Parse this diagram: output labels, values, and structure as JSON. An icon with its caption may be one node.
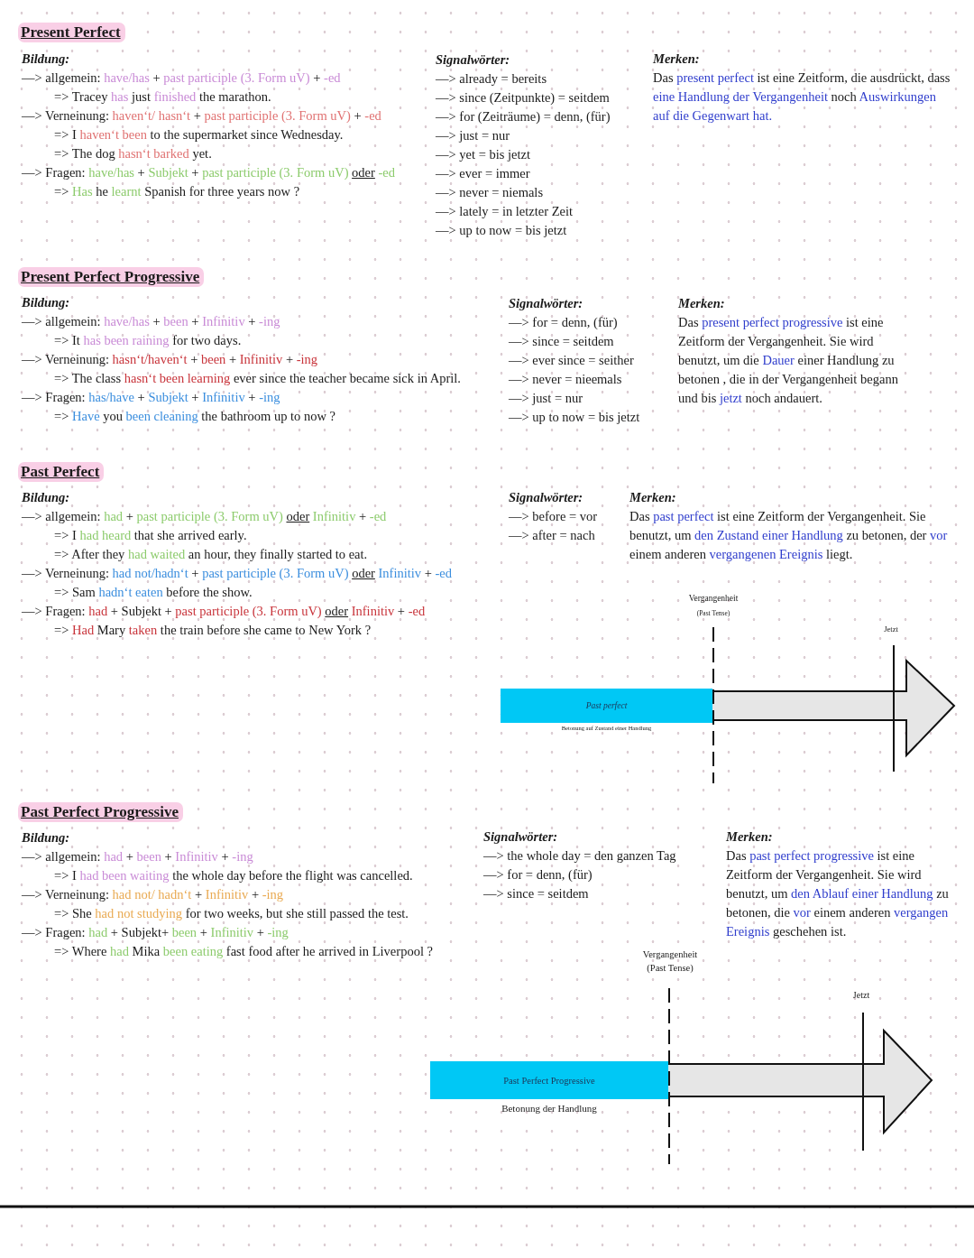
{
  "diagram": {
    "nodes": [
      {
        "text": [
          "Past perfect"
        ],
        "beside": [
          "Betonung auf Zustand einer Handlung"
        ]
      },
      {
        "text": [
          "Past Perfect Progressive"
        ],
        "beside": [
          "Betonung der Handlung"
        ]
      }
    ],
    "labels": [
      "Present Perfect",
      "Bildung:",
      "—> allgemein: have/has + past participle (3. Form uV) + -ed",
      "=> Tracey has just finished the marathon.",
      "—> Verneinung: haven‘t/ hasn‘t + past participle (3. Form uV) + -ed",
      "=> I haven‘t been to the supermarket since Wednesday.",
      "=> The dog hasn‘t barked yet.",
      "—> Fragen: have/has + Subjekt + past participle (3. Form uV) oder -ed",
      "=> Has he learnt Spanish for three years now ?",
      "Signalwörter:",
      "—> already = bereits",
      "—> since (Zeitpunkte) = seitdem",
      "—> for (Zeiträume) = denn, (für)",
      "—> just = nur",
      "—> yet = bis jetzt",
      "—> ever = immer",
      "—> never = niemals",
      "—> lately = in letzter Zeit",
      "—> up to now = bis jetzt",
      "Merken:",
      "Das present perfect ist eine Zeitform, die ausdrückt, dass eine Handlung der Vergangenheit noch Auswirkungen auf die Gegenwart hat.",
      "Present Perfect Progressive",
      "Bildung:",
      "—> allgemein: have/has + been + Infinitiv + -ing",
      "=> It has been raining for two days.",
      "—> Verneinung: hasn‘t/haven‘t + been + Infinitiv + -ing",
      "=> The class hasn‘t been learning ever since the teacher became sick in April.",
      "—> Fragen: has/have + Subjekt + Infinitiv + -ing",
      "=> Have you been cleaning the bathroom up to now ?",
      "Signalwörter:",
      "—> for = denn, (für)",
      "—> since = seitdem",
      "—> ever since = seither",
      "—> never = nieemals",
      "—> just = nur",
      "—> up to now = bis jetzt",
      "Merken:",
      "Das present perfect progressive ist eine Zeitform der Vergangenheit. Sie wird benutzt, um die Dauer einer Handlung zu betonen , die in der Vergangenheit begann und bis jetzt noch andauert.",
      "Past Perfect",
      "Bildung:",
      "—> allgemein: had + past participle (3. Form uV) oder Infinitiv + -ed",
      "=> I had heard that she arrived early.",
      "=> After they had waited an hour, they finally started to eat.",
      "—> Verneinung: had not/hadn‘t + past participle (3. Form uV) oder Infinitiv + -ed",
      "=> Sam hadn‘t eaten before the show.",
      "—> Fragen: had + Subjekt + past participle (3. Form uV) oder Infinitiv + -ed",
      "=> Had Mary taken the train before she came to New York ?",
      "Signalwörter:",
      "—> before = vor",
      "—> after = nach",
      "Merken:",
      "Das past perfect ist eine Zeitform der Vergangenheit. Sie benutzt, um den Zustand einer Handlung zu betonen, der vor einem anderen vergangenen Ereignis liegt.",
      "Vergangenheit",
      "(Past Tense)",
      "Jetzt",
      "Past Perfect Progressive",
      "Bildung:",
      "—> allgemein: had + been + Infinitiv + -ing",
      "=> I had been waiting the whole day before the flight was cancelled.",
      "—> Verneinung: had not/ hadn‘t + Infinitiv + -ing",
      "=> She had not studying for two weeks, but she still passed the test.",
      "—> Fragen: had + Subjekt+ been + Infinitiv + -ing",
      "=> Where had Mika been eating fast food after he arrived in Liverpool ?",
      "Signalwörter:",
      "—> the whole day = den ganzen Tag",
      "—> for = denn, (für)",
      "—> since = seitdem",
      "Merken:",
      "Das past perfect progressive ist eine Zeitform der Vergangenheit. Sie wird benutzt, um den Ablauf einer Handlung zu betonen, die vor einem anderen vergangen Ereignis geschehen ist.",
      "Vergangenheit",
      "(Past Tense)",
      "Jetzt"
    ]
  }
}
